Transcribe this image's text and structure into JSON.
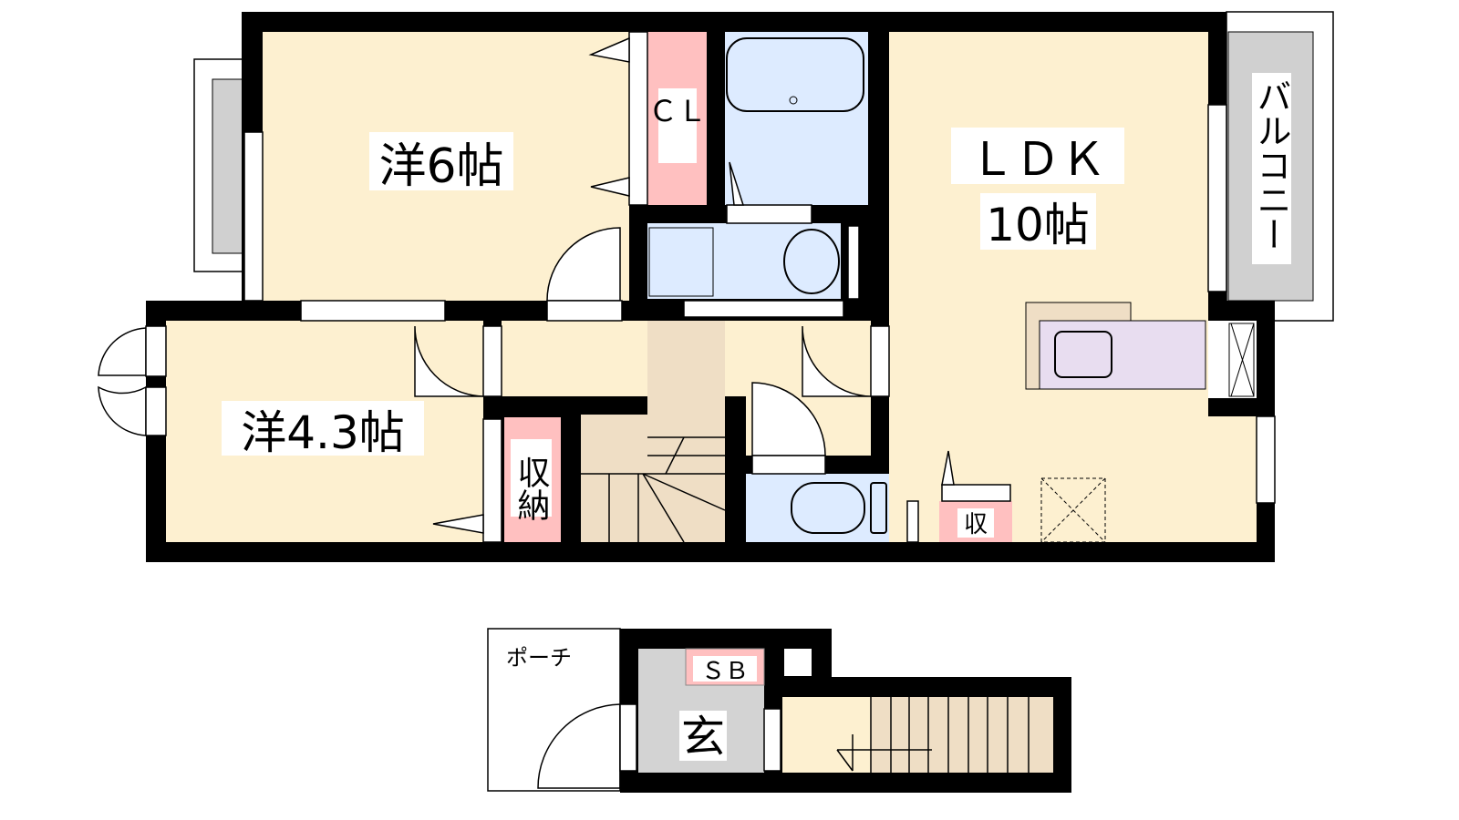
{
  "rooms": {
    "western_6": "洋6帖",
    "western_43": "洋4.3帖",
    "ldk_line1": "ＬＤＫ",
    "ldk_line2": "10帖",
    "closet": "ＣＬ",
    "storage": "収納",
    "small_storage": "収",
    "balcony": "バルコニー",
    "porch": "ポーチ",
    "shoe_box": "ＳＢ",
    "entrance": "玄"
  },
  "colors": {
    "room": "#FDF0D0",
    "storage": "#FFC0C0",
    "wet": "#DDEBFF",
    "stairs": "#EFDEC5",
    "entrance": "#D3D3D3",
    "kitchen": "#E8DDF0",
    "wall": "#000000"
  }
}
